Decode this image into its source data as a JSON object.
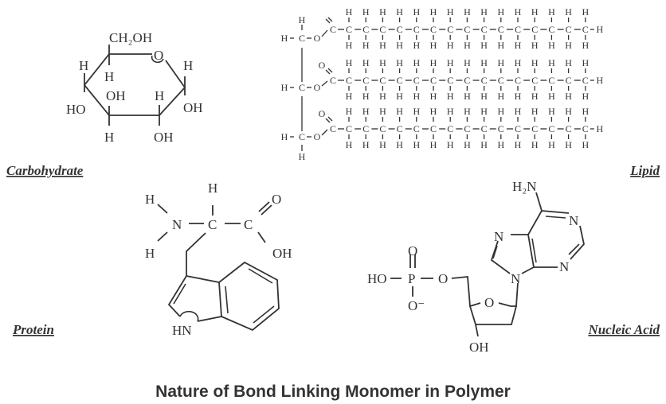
{
  "title": "Nature of Bond Linking Monomer in Polymer",
  "labels": {
    "carbohydrate": "Carbohydrate",
    "lipid": "Lipid",
    "protein": "Protein",
    "nucleic_acid": "Nucleic Acid"
  },
  "carbohydrate": {
    "ch2oh": "CH₂OH",
    "ring_o": "O",
    "h_c5": "H",
    "h_c4": "H",
    "ho_c4": "HO",
    "oh_c3": "OH",
    "h_c3": "H",
    "h_c2": "H",
    "oh_c2": "OH",
    "h_c1": "H",
    "oh_c1": "OH"
  },
  "lipid": {
    "carbon": "C",
    "hydrogen": "H",
    "oxygen": "O",
    "chains": 3,
    "carbons_per_chain": 15
  },
  "protein": {
    "h_top": "H",
    "n": "N",
    "c_alpha": "C",
    "c_carbonyl": "C",
    "o": "O",
    "oh": "OH",
    "h_upper": "H",
    "h_lower": "H",
    "hn": "HN"
  },
  "nucleic_acid": {
    "h2n": "H₂N",
    "n1": "N",
    "n3": "N",
    "n7": "N",
    "n9": "N",
    "ho": "HO",
    "p": "P",
    "o_top": "O",
    "o_minus": "O⁻",
    "o5": "O",
    "ring_o": "O",
    "oh": "OH"
  }
}
